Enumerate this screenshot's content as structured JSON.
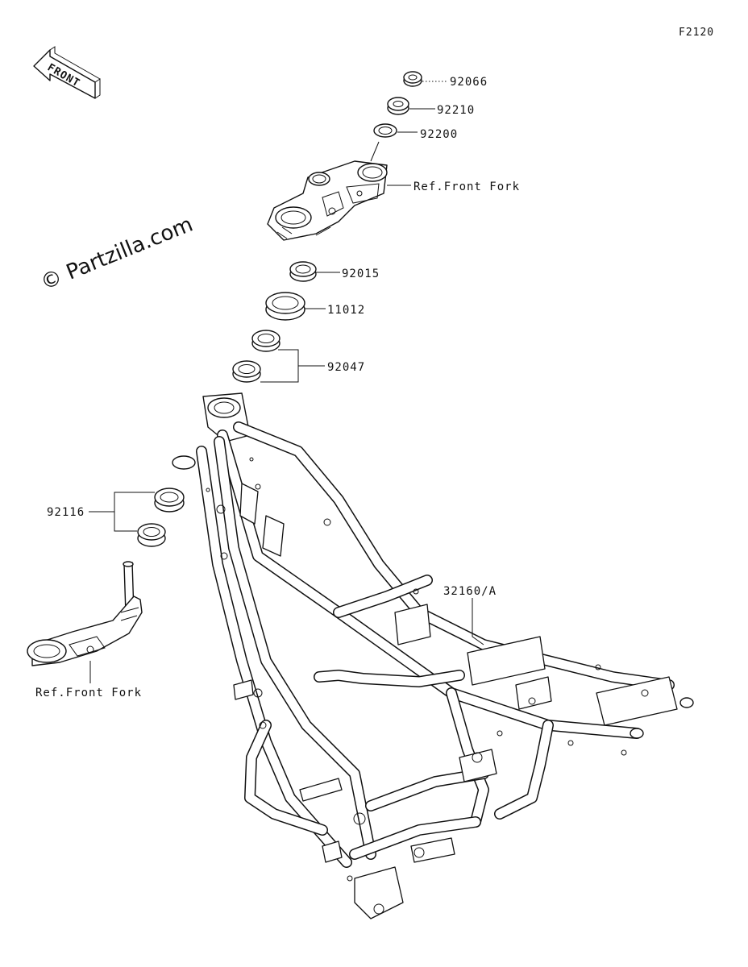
{
  "diagram": {
    "id": "F2120",
    "front_arrow_text": "FRONT",
    "watermark": "© Partzilla.com",
    "labels": {
      "p92066": "92066",
      "p92210": "92210",
      "p92200": "92200",
      "ref_front_fork_top": "Ref.Front Fork",
      "p92015": "92015",
      "p11012": "11012",
      "p92047": "92047",
      "p92116": "92116",
      "p32160": "32160/A",
      "ref_front_fork_bottom": "Ref.Front Fork"
    }
  }
}
